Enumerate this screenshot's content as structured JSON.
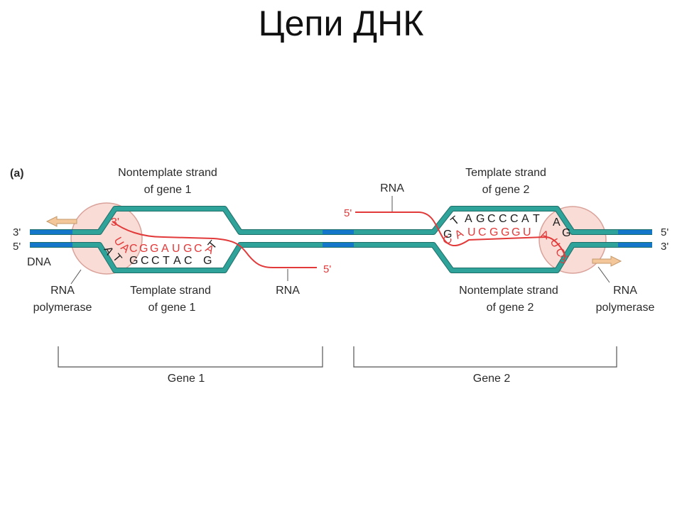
{
  "title": "Цепи ДНК",
  "panel_label": "(a)",
  "colors": {
    "strand": "#2fa39a",
    "strand_edge": "#1f6f69",
    "promoter": "#1477c9",
    "rna": "#e23a3a",
    "polymerase_fill": "#f9dcd5",
    "polymerase_edge": "#d9a29a",
    "arrow": "#f3c79a"
  },
  "labels": {
    "left_3": "3'",
    "left_5": "5'",
    "right_5": "5'",
    "right_3": "3'",
    "dna": "DNA",
    "rna_pol_left_1": "RNA",
    "rna_pol_left_2": "polymerase",
    "rna_pol_right_1": "RNA",
    "rna_pol_right_2": "polymerase",
    "nontemplate_g1_1": "Nontemplate strand",
    "nontemplate_g1_2": "of gene 1",
    "template_g1_1": "Template strand",
    "template_g1_2": "of gene 1",
    "template_g2_1": "Template strand",
    "template_g2_2": "of gene 2",
    "nontemplate_g2_1": "Nontemplate strand",
    "nontemplate_g2_2": "of gene 2",
    "rna_g1": "RNA",
    "rna_g1_end": "5'",
    "rna_g2": "RNA",
    "rna_g2_end": "5'",
    "rna_g1_3prime": "3'",
    "rna_g2_3prime": "3'",
    "gene1": "Gene 1",
    "gene2": "Gene 2"
  },
  "gene1": {
    "template_bases": [
      "A",
      "T",
      "G",
      "C",
      "C",
      "T",
      "A",
      "C",
      "G",
      "T"
    ],
    "rna_bases": [
      "U",
      "A",
      "C",
      "G",
      "G",
      "A",
      "U",
      "G",
      "C",
      "A"
    ]
  },
  "gene2": {
    "template_bases": [
      "G",
      "T",
      "A",
      "G",
      "C",
      "C",
      "C",
      "A",
      "T",
      "A",
      "G"
    ],
    "rna_bases": [
      "C",
      "A",
      "U",
      "C",
      "G",
      "G",
      "G",
      "U",
      "A",
      "U",
      "C"
    ]
  }
}
